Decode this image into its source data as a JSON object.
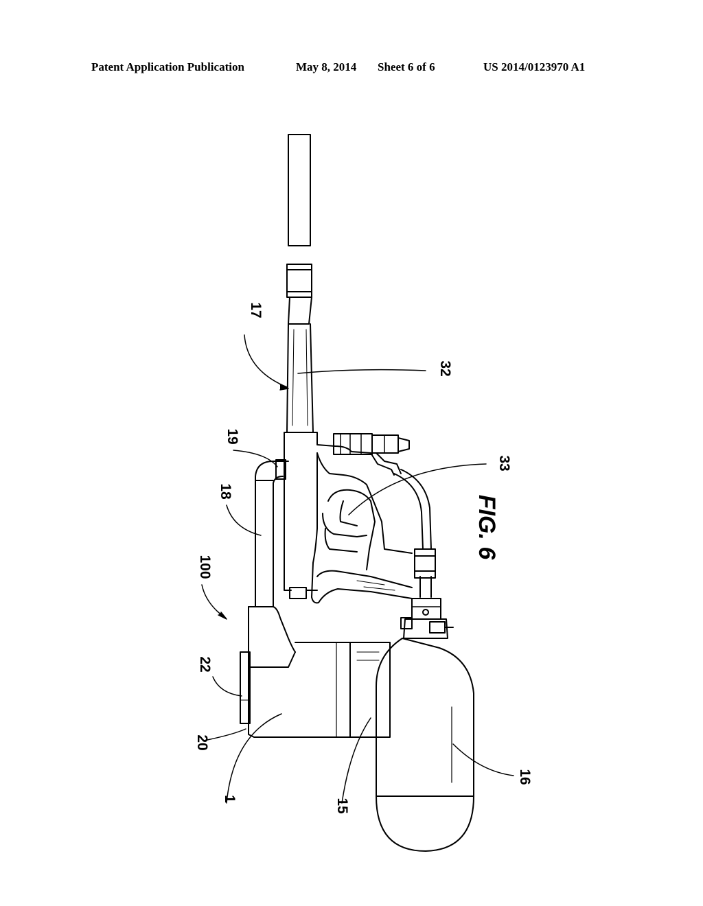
{
  "header": {
    "publication": "Patent Application Publication",
    "date": "May 8, 2014",
    "sheet": "Sheet 6 of 6",
    "number": "US 2014/0123970 A1"
  },
  "figure": {
    "label": "FIG. 6",
    "refs": {
      "r17": "17",
      "r32": "32",
      "r19": "19",
      "r18": "18",
      "r33": "33",
      "r100": "100",
      "r22": "22",
      "r20": "20",
      "r1": "1",
      "r15": "15",
      "r16": "16"
    }
  }
}
